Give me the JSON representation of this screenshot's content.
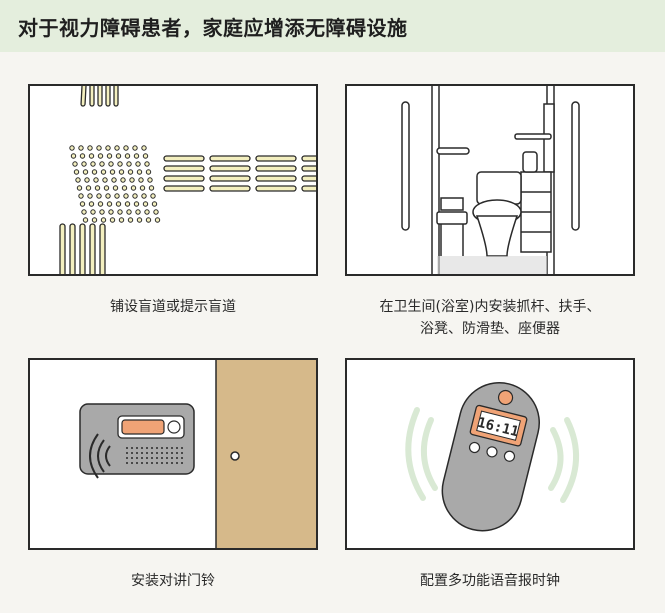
{
  "title": "对于视力障碍患者，家庭应增添无障碍设施",
  "panels": [
    {
      "icon": "tactile-paving-icon",
      "caption": "铺设盲道或提示盲道"
    },
    {
      "icon": "bathroom-grab-bar-icon",
      "caption_line1": "在卫生间(浴室)内安装抓杆、扶手、",
      "caption_line2": "浴凳、防滑垫、座便器"
    },
    {
      "icon": "intercom-doorbell-icon",
      "caption": "安装对讲门铃"
    },
    {
      "icon": "voice-clock-icon",
      "caption": "配置多功能语音报时钟",
      "clock_display": "16:11"
    }
  ],
  "colors": {
    "header_bg": "#e4eedd",
    "tactile_yellow": "#f3efbf",
    "door": "#d6b98a",
    "accent_orange": "#f0a376",
    "device_gray": "#a9a9a9",
    "wave_green": "#d9e9d4"
  }
}
